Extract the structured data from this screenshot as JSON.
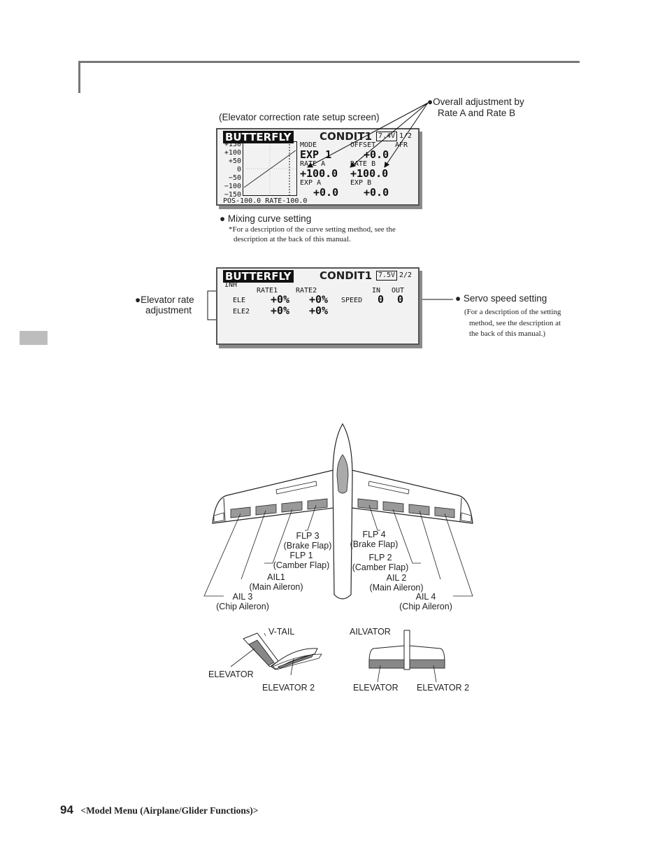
{
  "caption_screen1": "(Elevator correction rate setup screen)",
  "caption_overall_1": "●Overall adjustment by",
  "caption_overall_2": "Rate A and Rate B",
  "screen1": {
    "title": "BUTTERFLY",
    "condition": "CONDIT1",
    "battery": "7.4V",
    "page": "1/2",
    "yticks": [
      "+150",
      "+100",
      "+50",
      "0",
      "−50",
      "−100",
      "−150"
    ],
    "mode_label": "MODE",
    "offset_label": "OFFSET",
    "afr_label": "AFR",
    "mode_value": "EXP 1",
    "offset_value": "+0.0",
    "rate_a_label": "RATE A",
    "rate_b_label": "RATE B",
    "rate_a_value": "+100.0",
    "rate_b_value": "+100.0",
    "exp_a_label": "EXP A",
    "exp_b_label": "EXP B",
    "exp_a_value": "+0.0",
    "exp_b_value": "+0.0",
    "footer": "POS-100.0 RATE-100.0"
  },
  "mixing_curve": "● Mixing curve setting",
  "mixing_note_1": "*For a description of the curve setting method, see the",
  "mixing_note_2": "description at the back of this manual.",
  "screen2": {
    "title": "BUTTERFLY",
    "condition": "CONDIT1",
    "battery": "7.5V",
    "page": "2/2",
    "inh": "INH",
    "rate1_label": "RATE1",
    "rate2_label": "RATE2",
    "in_label": "IN",
    "out_label": "OUT",
    "ele_label": "ELE",
    "ele2_label": "ELE2",
    "ele_rate1": "+0%",
    "ele_rate2": "+0%",
    "ele2_rate1": "+0%",
    "ele2_rate2": "+0%",
    "speed_label": "SPEED",
    "in_value": "0",
    "out_value": "0"
  },
  "elevator_rate_1": "●Elevator rate",
  "elevator_rate_2": "adjustment",
  "servo_speed": "● Servo speed setting",
  "servo_note_1": "(For a description of the setting",
  "servo_note_2": "method, see the description at",
  "servo_note_3": "the back of this manual.)",
  "glider_labels": {
    "flp3": "FLP  3",
    "flp3_sub": "(Brake Flap)",
    "flp4": "FLP  4",
    "flp4_sub": "(Brake Flap)",
    "flp1": "FLP 1",
    "flp1_sub": "(Camber Flap)",
    "flp2": "FLP 2",
    "flp2_sub": "(Camber Flap)",
    "ail1": "AIL1",
    "ail1_sub": "(Main Aileron)",
    "ail2": "AIL 2",
    "ail2_sub": "(Main Aileron)",
    "ail3": "AIL 3",
    "ail3_sub": "(Chip Aileron)",
    "ail4": "AIL 4",
    "ail4_sub": "(Chip Aileron)"
  },
  "tail_labels": {
    "vtail": "V-TAIL",
    "ailvator": "AILVATOR",
    "elevator_left": "ELEVATOR",
    "elevator2_left": "ELEVATOR 2",
    "elevator_right": "ELEVATOR",
    "elevator2_right": "ELEVATOR 2"
  },
  "page_number": "94",
  "footer_text": "<Model Menu (Airplane/Glider Functions)>"
}
